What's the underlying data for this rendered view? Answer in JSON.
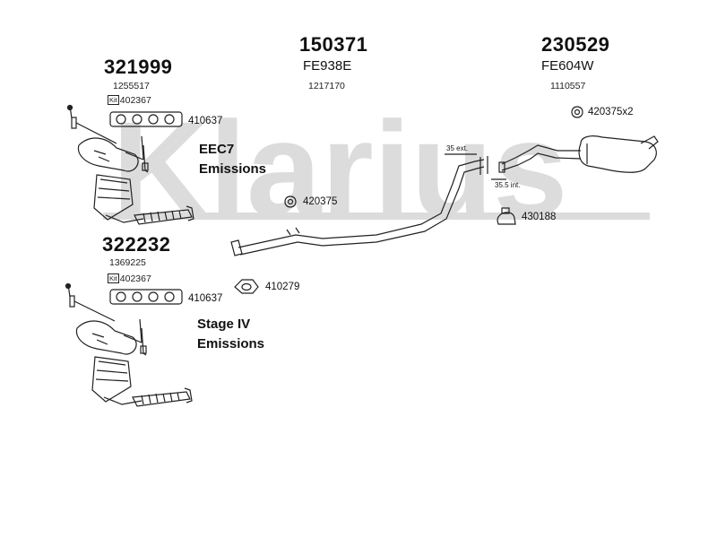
{
  "watermark": {
    "text": "Klarius",
    "color": "#d9d9d9"
  },
  "groups": [
    {
      "number": "321999",
      "oe": "1255517",
      "kit_label": "Kit",
      "kit_number": "402367",
      "gasket": "410637",
      "note_line1": "EEC7",
      "note_line2": "Emissions"
    },
    {
      "number": "322232",
      "oe": "1369225",
      "kit_label": "Kit",
      "kit_number": "402367",
      "gasket": "410637",
      "note_line1": "Stage IV",
      "note_line2": "Emissions"
    }
  ],
  "centre_pipe": {
    "number": "150371",
    "code": "FE938E",
    "oe": "1217170",
    "mount": "420375",
    "gasket": "410279"
  },
  "rear_box": {
    "number": "230529",
    "code": "FE604W",
    "oe": "1110557",
    "mount": "420375x2",
    "clamp": "430188",
    "dim_ext": "35 ext.",
    "dim_int": "35.5 int."
  }
}
